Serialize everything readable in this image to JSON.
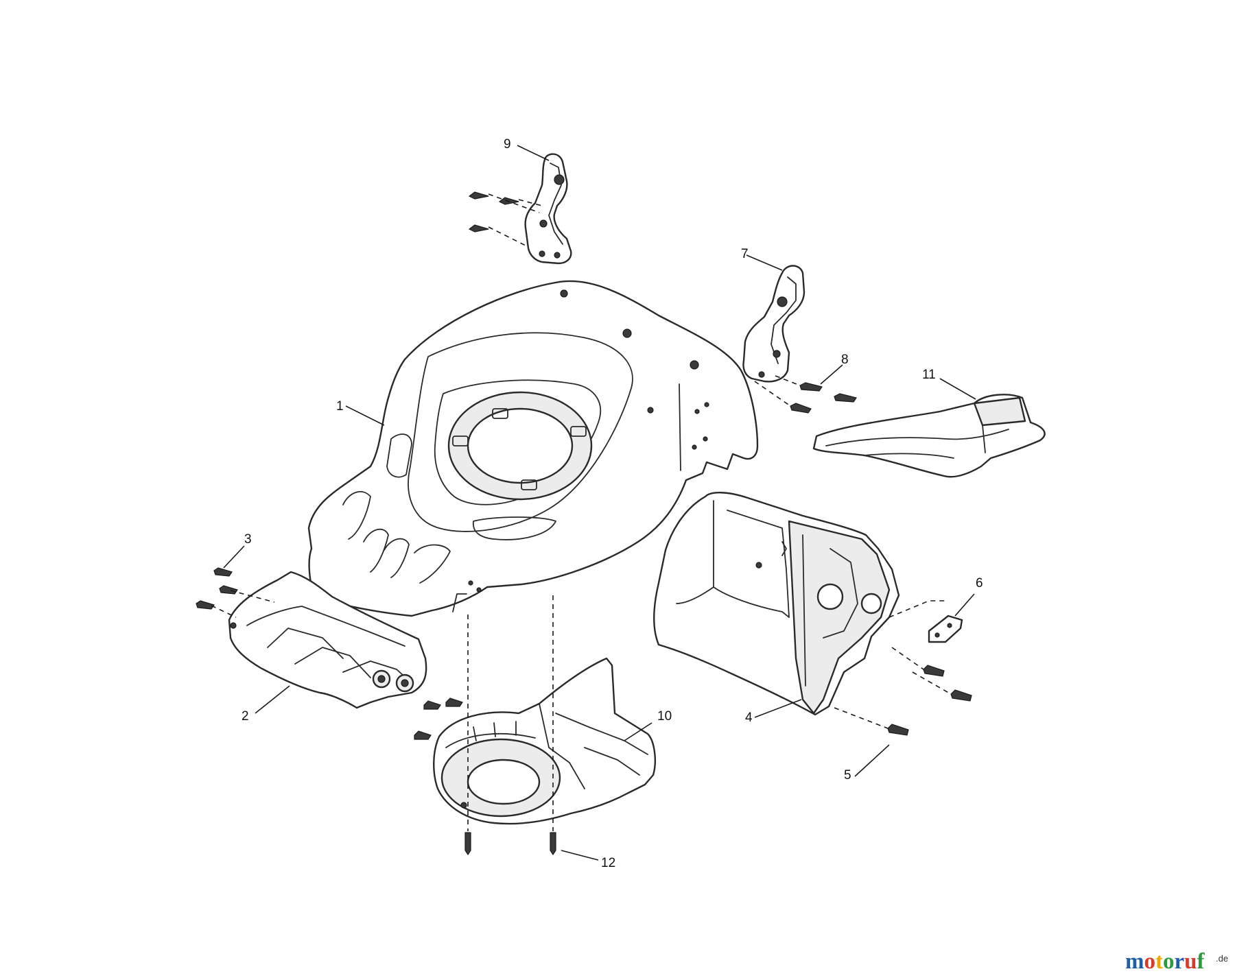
{
  "diagram": {
    "callouts": {
      "c1": "1",
      "c2": "2",
      "c3": "3",
      "c4": "4",
      "c5": "5",
      "c6": "6",
      "c7": "7",
      "c8": "8",
      "c9": "9",
      "c10": "10",
      "c11": "11",
      "c12": "12"
    }
  },
  "watermark": {
    "brand": "motoruf",
    "suffix": ".de",
    "colors": [
      "#1f5fa8",
      "#d83a2a",
      "#f0a500",
      "#2a9a3a",
      "#1f5fa8",
      "#d83a2a",
      "#2a9a3a"
    ]
  }
}
